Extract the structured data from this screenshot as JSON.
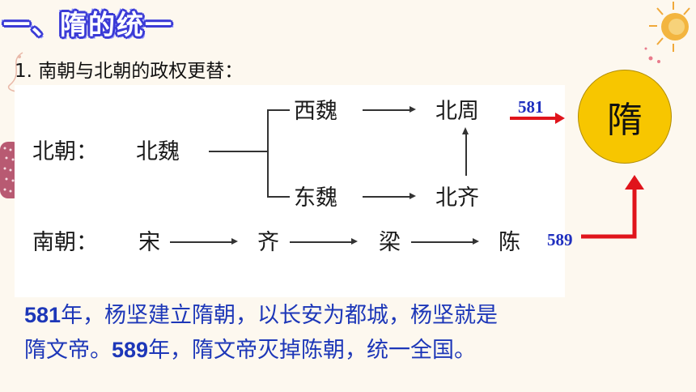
{
  "title": "一、隋的统一",
  "subtitle": "1. 南朝与北朝的政权更替：",
  "diagram": {
    "north_label": "北朝：",
    "bei_wei": "北魏",
    "xi_wei": "西魏",
    "dong_wei": "东魏",
    "bei_zhou": "北周",
    "bei_qi": "北齐",
    "south_label": "南朝：",
    "song": "宋",
    "qi": "齐",
    "liang": "梁",
    "chen": "陈"
  },
  "year_581": "581",
  "year_589": "589",
  "sui": "隋",
  "summary": {
    "line1_year": "581",
    "line1_text": "年，杨坚建立隋朝，以长安为都城，杨坚就是",
    "line2_start": "隋文帝。",
    "line2_year": "589",
    "line2_text": "年，隋文帝灭掉陈朝，统一全国。"
  },
  "colors": {
    "title_outline": "#3b3bd6",
    "summary_text": "#1d37b8",
    "arrow_red": "#e0141b",
    "sui_fill": "#f7c600",
    "year_text": "#1f2fbf"
  }
}
